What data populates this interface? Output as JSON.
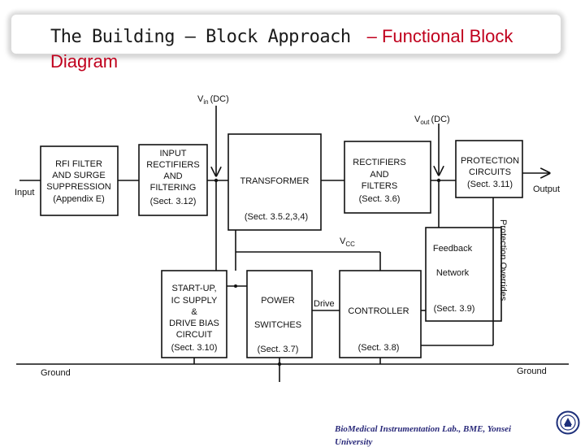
{
  "title": {
    "part1": "The Building – Block Approach",
    "part2": "– Functional Block",
    "part3": "Diagram"
  },
  "labels": {
    "vin": "V",
    "vin_sub": "in",
    "vin_dc": "(DC)",
    "vout": "V",
    "vout_sub": "out",
    "vout_dc": "(DC)",
    "vcc": "V",
    "vcc_sub": "CC",
    "input": "Input",
    "output": "Output",
    "ground_left": "Ground",
    "ground_right": "Ground",
    "drive": "Drive",
    "protection_overrides": "Protection Overrides"
  },
  "blocks": {
    "rfi": [
      "RFI FILTER",
      "AND SURGE",
      "SUPPRESSION",
      "(Appendix E)"
    ],
    "input_rect": [
      "INPUT",
      "RECTIFIERS",
      "AND",
      "FILTERING",
      "(Sect. 3.12)"
    ],
    "transformer": [
      "TRANSFORMER",
      "(Sect. 3.5.2,3,4)"
    ],
    "rect_filters": [
      "RECTIFIERS",
      "AND",
      "FILTERS",
      "(Sect. 3.6)"
    ],
    "protection": [
      "PROTECTION",
      "CIRCUITS",
      "(Sect. 3.11)"
    ],
    "feedback": [
      "Feedback",
      "Network",
      "(Sect. 3.9)"
    ],
    "startup": [
      "START-UP,",
      "IC SUPPLY",
      "&",
      "DRIVE BIAS",
      "CIRCUIT",
      "(Sect. 3.10)"
    ],
    "power": [
      "POWER",
      "SWITCHES",
      "(Sect. 3.7)"
    ],
    "controller": [
      "CONTROLLER",
      "(Sect. 3.8)"
    ]
  },
  "footer": {
    "line1": "BioMedical Instrumentation Lab., BME, Yonsei",
    "line2": "University"
  }
}
